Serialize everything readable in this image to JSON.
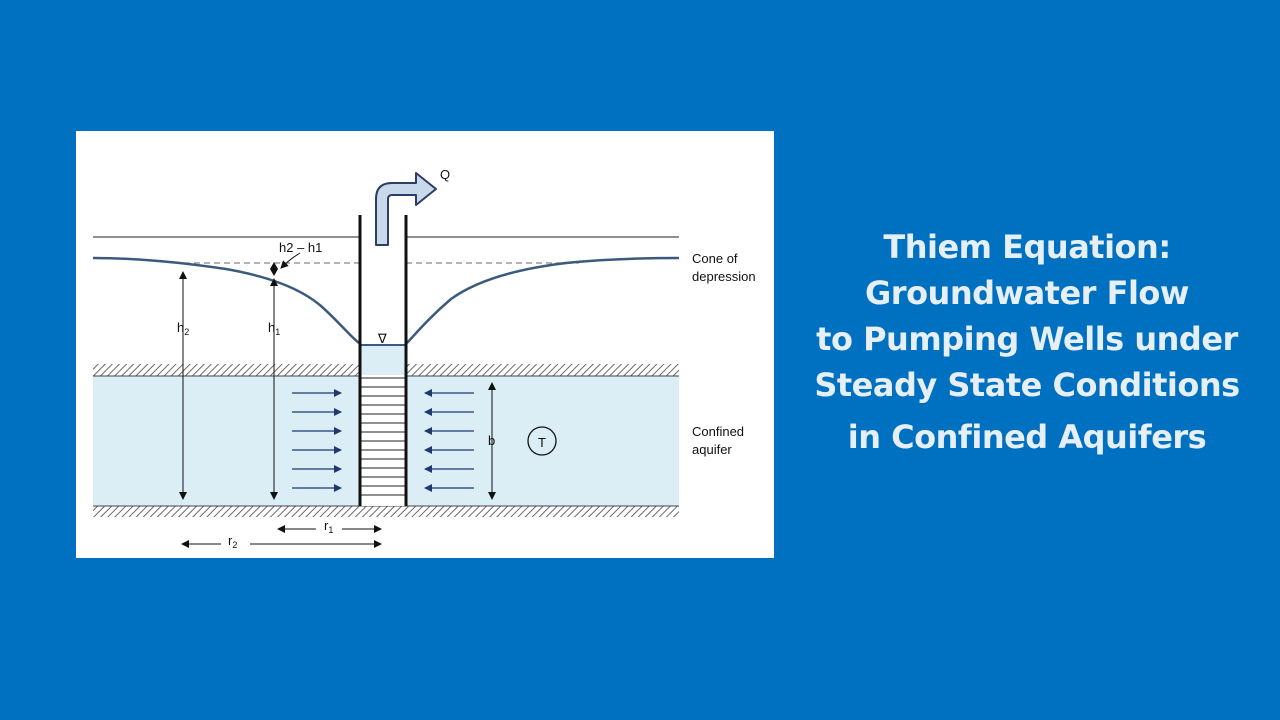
{
  "diagram": {
    "discharge_label": "Q",
    "drawdown_label": "h2 – h1",
    "cone_label": [
      "Cone of",
      "depression"
    ],
    "aquifer_label": [
      "Confined",
      "aquifer"
    ],
    "h2": {
      "main": "h",
      "sub": "2"
    },
    "h1": {
      "main": "h",
      "sub": "1"
    },
    "r1": {
      "main": "r",
      "sub": "1"
    },
    "r2": {
      "main": "r",
      "sub": "2"
    },
    "thickness_label": "b",
    "transmissivity_label": "T",
    "water_table_symbol": "∇"
  },
  "title": {
    "lines": [
      "Thiem Equation:",
      "Groundwater Flow",
      "to Pumping Wells under",
      "Steady State Conditions",
      "in Confined Aquifers"
    ]
  },
  "colors": {
    "background": "#0070c0",
    "aquifer_fill": "#dbeef6",
    "cone_curve": "#3b5a7d",
    "flow_arrows": "#1f3870",
    "title_text": "#e6eef6"
  }
}
